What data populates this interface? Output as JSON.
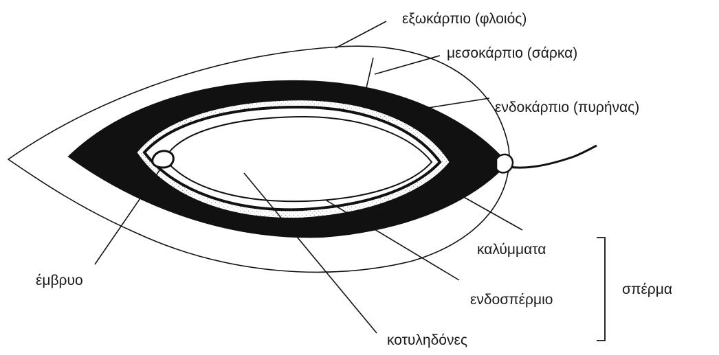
{
  "labels": {
    "exocarp": "εξωκάρπιο (φλοιός)",
    "mesocarp": "μεσοκάρπιο (σάρκα)",
    "endocarp": "ενδοκάρπιο (πυρήνας)",
    "embryo": "έμβρυο",
    "coats": "καλύμματα",
    "endosperm": "ενδοσπέρμιο",
    "cotyledons": "κοτυληδόνες",
    "seed": "σπέρμα"
  },
  "colors": {
    "ink": "#111111",
    "background": "#ffffff"
  }
}
